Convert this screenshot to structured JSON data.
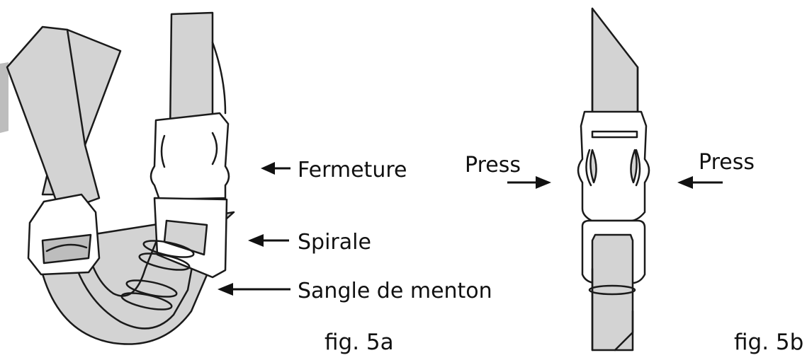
{
  "figure_a": {
    "labels": {
      "fermeture": "Fermeture",
      "spirale": "Spirale",
      "sangle": "Sangle de menton"
    },
    "caption": "fig. 5a"
  },
  "figure_b": {
    "press_left": "Press",
    "press_right": "Press",
    "caption": "fig. 5b"
  },
  "colors": {
    "strap_fill": "#d3d3d3",
    "outline": "#1a1a1a",
    "background": "#ffffff"
  }
}
